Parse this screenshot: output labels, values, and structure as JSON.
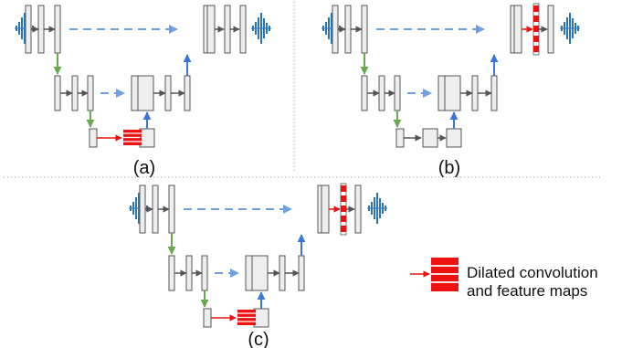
{
  "panels": [
    {
      "id": "a",
      "label": "(a)"
    },
    {
      "id": "b",
      "label": "(b)"
    },
    {
      "id": "c",
      "label": "(c)"
    }
  ],
  "legend": {
    "line1": "Dilated convolution",
    "line2": "and feature maps"
  },
  "colors": {
    "block_fill": "#eeeeee",
    "block_stroke": "#555555",
    "arrow_gray": "#555555",
    "skip_dashed": "#6fa0e0",
    "down_green": "#6aa84f",
    "up_blue": "#3a78d8",
    "dilated_red": "#ee1111",
    "waveform": "#2b75b5",
    "separator": "#9e9e9e"
  },
  "icons": {
    "waveform": "audio-waveform-icon",
    "dilated_block": "striped-feature-map-icon"
  }
}
